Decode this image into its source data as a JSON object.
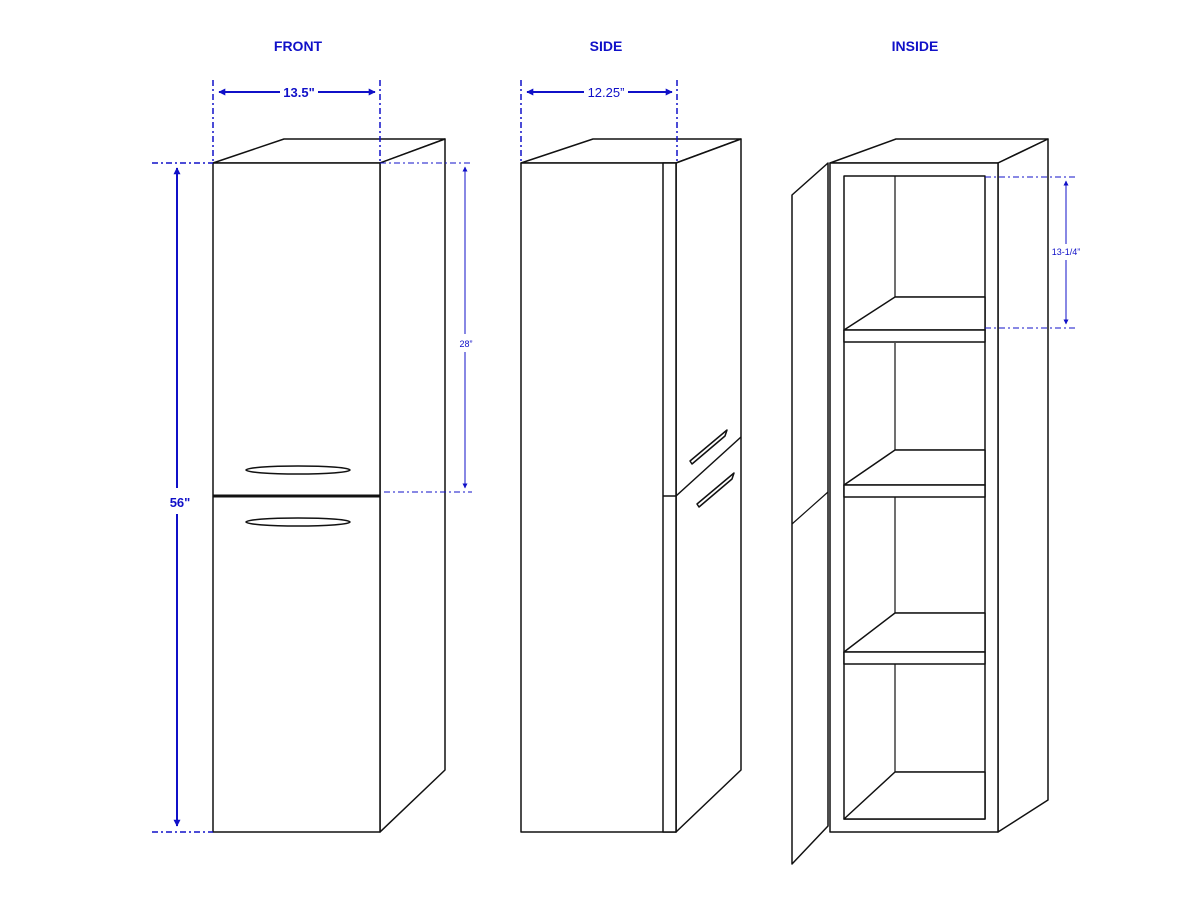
{
  "views": {
    "front": {
      "title": "FRONT"
    },
    "side": {
      "title": "SIDE"
    },
    "inside": {
      "title": "INSIDE"
    }
  },
  "dimensions": {
    "front_width": "13.5\"",
    "side_depth": "12.25”",
    "overall_height": "56\"",
    "upper_door_height": "28”",
    "shelf_spacing": "13-1/4”"
  },
  "colors": {
    "dimension": "#1010c8",
    "outline": "#111111"
  }
}
